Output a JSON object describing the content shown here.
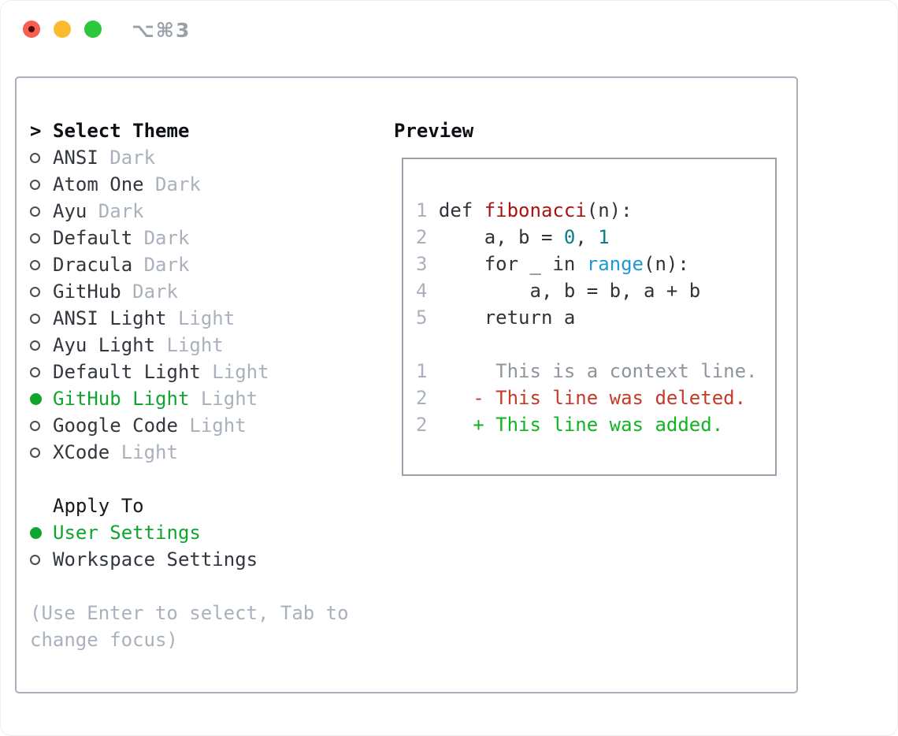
{
  "window": {
    "title": "⌥⌘3"
  },
  "theme_selector": {
    "header_prefix": ">",
    "header": "Select Theme",
    "items": [
      {
        "name": "ANSI",
        "variant": "Dark",
        "selected": false
      },
      {
        "name": "Atom One",
        "variant": "Dark",
        "selected": false
      },
      {
        "name": "Ayu",
        "variant": "Dark",
        "selected": false
      },
      {
        "name": "Default",
        "variant": "Dark",
        "selected": false
      },
      {
        "name": "Dracula",
        "variant": "Dark",
        "selected": false
      },
      {
        "name": "GitHub",
        "variant": "Dark",
        "selected": false
      },
      {
        "name": "ANSI Light",
        "variant": "Light",
        "selected": false
      },
      {
        "name": "Ayu Light",
        "variant": "Light",
        "selected": false
      },
      {
        "name": "Default Light",
        "variant": "Light",
        "selected": false
      },
      {
        "name": "GitHub Light",
        "variant": "Light",
        "selected": true
      },
      {
        "name": "Google Code",
        "variant": "Light",
        "selected": false
      },
      {
        "name": "XCode",
        "variant": "Light",
        "selected": false
      }
    ]
  },
  "apply_to": {
    "header": "Apply To",
    "options": [
      {
        "label": "User Settings",
        "selected": true
      },
      {
        "label": "Workspace Settings",
        "selected": false
      }
    ]
  },
  "hint": "(Use Enter to select, Tab to change focus)",
  "preview": {
    "header": "Preview",
    "lines": [
      {
        "num": "1",
        "tokens": [
          {
            "t": "def ",
            "c": "code"
          },
          {
            "t": "fibonacci",
            "c": "func"
          },
          {
            "t": "(n):",
            "c": "code"
          }
        ]
      },
      {
        "num": "2",
        "tokens": [
          {
            "t": "    a, b = ",
            "c": "code"
          },
          {
            "t": "0",
            "c": "num"
          },
          {
            "t": ", ",
            "c": "code"
          },
          {
            "t": "1",
            "c": "num"
          }
        ]
      },
      {
        "num": "3",
        "tokens": [
          {
            "t": "    for _ in ",
            "c": "code"
          },
          {
            "t": "range",
            "c": "builtin"
          },
          {
            "t": "(n):",
            "c": "code"
          }
        ]
      },
      {
        "num": "4",
        "tokens": [
          {
            "t": "        a, b = b, a + b",
            "c": "code"
          }
        ]
      },
      {
        "num": "5",
        "tokens": [
          {
            "t": "    return a",
            "c": "code"
          }
        ]
      },
      {
        "num": "",
        "tokens": []
      },
      {
        "num": "1",
        "tokens": [
          {
            "t": "     This is a context line.",
            "c": "context"
          }
        ]
      },
      {
        "num": "2",
        "tokens": [
          {
            "t": "   - This line was deleted.",
            "c": "del"
          }
        ]
      },
      {
        "num": "2",
        "tokens": [
          {
            "t": "   + This line was added.",
            "c": "add"
          }
        ]
      }
    ]
  },
  "colors": {
    "accent_green": "#10a52e",
    "added_green": "#12b422",
    "deleted_red": "#c53a28",
    "function_red": "#a81414",
    "number_teal": "#0a7d89",
    "builtin_blue": "#1d9ad3",
    "muted_gray": "#a9b1bc",
    "traffic_red": "#f85e52",
    "traffic_yellow": "#fcbb2f",
    "traffic_green": "#2cc73c"
  }
}
